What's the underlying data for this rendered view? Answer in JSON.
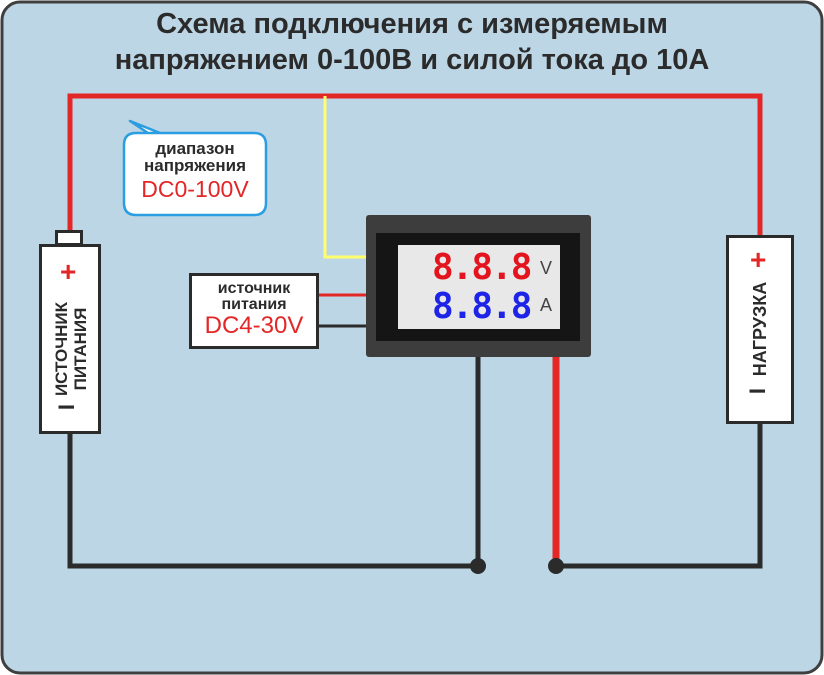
{
  "title": {
    "line1": "Схема подключения с измеряемым",
    "line2": "напряжением 0-100В и силой тока до 10А"
  },
  "callout": {
    "line1": "диапазон",
    "line2": "напряжения",
    "range": "DC0-100V"
  },
  "supply_box": {
    "line1": "источник",
    "line2": "питания",
    "range": "DC4-30V"
  },
  "battery": {
    "plus": "+",
    "minus": "I",
    "line1": "ИСТОЧНИК",
    "line2": "ПИТАНИЯ"
  },
  "load": {
    "plus": "+",
    "minus": "I",
    "label": "НАГРУЗКА"
  },
  "meter": {
    "voltage_digits": "8.8.8",
    "current_digits": "8.8.8",
    "voltage_unit": "V",
    "current_unit": "A"
  },
  "colors": {
    "background": "#bcd6e6",
    "frame_border": "#3f3f3f",
    "wire_red": "#e32626",
    "wire_black": "#2b2b2b",
    "wire_yellow": "#ffff6e",
    "callout_border": "#2a9ee0",
    "voltage_digits": "#e3141e",
    "current_digits": "#1d24e8"
  }
}
